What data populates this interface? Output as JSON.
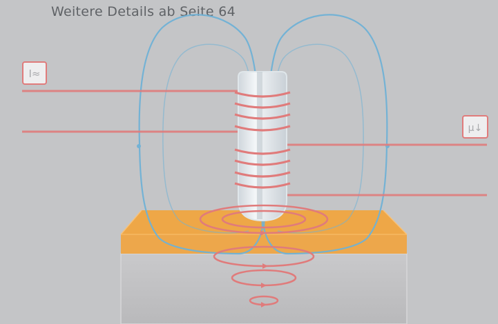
{
  "caption": "Weitere Details ab Seite 64",
  "badges": {
    "left": "I≈",
    "right": "μ↓"
  },
  "colors": {
    "background": "#c4c5c7",
    "wire": "#e07b7b",
    "field_line": "#6fb2d6",
    "workpiece_top": "#f0a540",
    "workpiece_side": "#bdbdbf",
    "core": "#e9eef2",
    "text": "#5f6266"
  },
  "icons": [
    "alternating-current-icon",
    "permeability-icon"
  ]
}
